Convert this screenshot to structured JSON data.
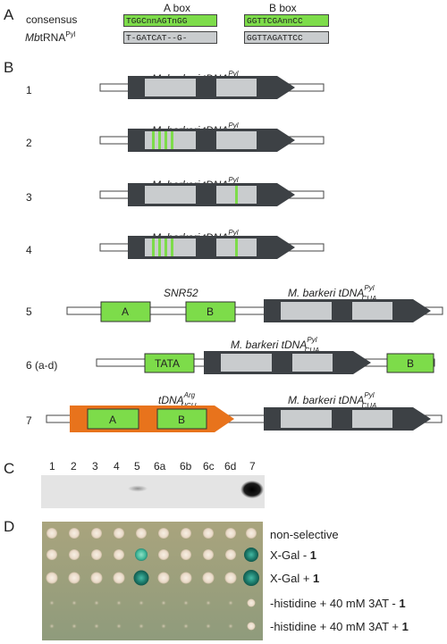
{
  "panels": [
    "A",
    "B",
    "C",
    "D"
  ],
  "panel_a": {
    "headers": [
      "A box",
      "B box"
    ],
    "rows": [
      {
        "label": "consensus",
        "a_seq": "TGGCnnAGTnGG",
        "b_seq": "GGTTCGAnnCC"
      },
      {
        "label_main": "Mb",
        "label_rest": "tRNA",
        "label_sup": "Pyl",
        "a_seq": "T-GATCAT--G-",
        "b_seq": "GGTTAGATTCC"
      }
    ]
  },
  "panel_b": {
    "gene_main": "M. barkeri tDNA",
    "gene_sup": "Pyl",
    "gene_sub": "CUA",
    "constructs": [
      {
        "num": "1"
      },
      {
        "num": "2"
      },
      {
        "num": "3"
      },
      {
        "num": "4"
      },
      {
        "num": "5",
        "promoter": "SNR52",
        "box_a": "A",
        "box_b": "B"
      },
      {
        "num": "6 (a-d)",
        "tata": "TATA",
        "box_b": "B"
      },
      {
        "num": "7",
        "upstream_main": "tDNA",
        "upstream_sup": "Arg",
        "upstream_sub": "UCU",
        "box_a": "A",
        "box_b": "B"
      }
    ]
  },
  "panel_c": {
    "lanes": [
      "1",
      "2",
      "3",
      "4",
      "5",
      "6a",
      "6b",
      "6c",
      "6d",
      "7"
    ]
  },
  "panel_d": {
    "rows": [
      {
        "label": "non-selective",
        "bold": ""
      },
      {
        "label": "X-Gal - ",
        "bold": "1"
      },
      {
        "label": "X-Gal + ",
        "bold": "1"
      },
      {
        "label": "-histidine + 40 mM 3AT - ",
        "bold": "1"
      },
      {
        "label": "-histidine + 40 mM 3AT + ",
        "bold": "1"
      }
    ]
  },
  "colors": {
    "green_box": "#7ddc4a",
    "grey_box": "#c9ccce",
    "dark_gene": "#3d4145",
    "orange": "#e8731c",
    "plate": "#a7a37c"
  }
}
